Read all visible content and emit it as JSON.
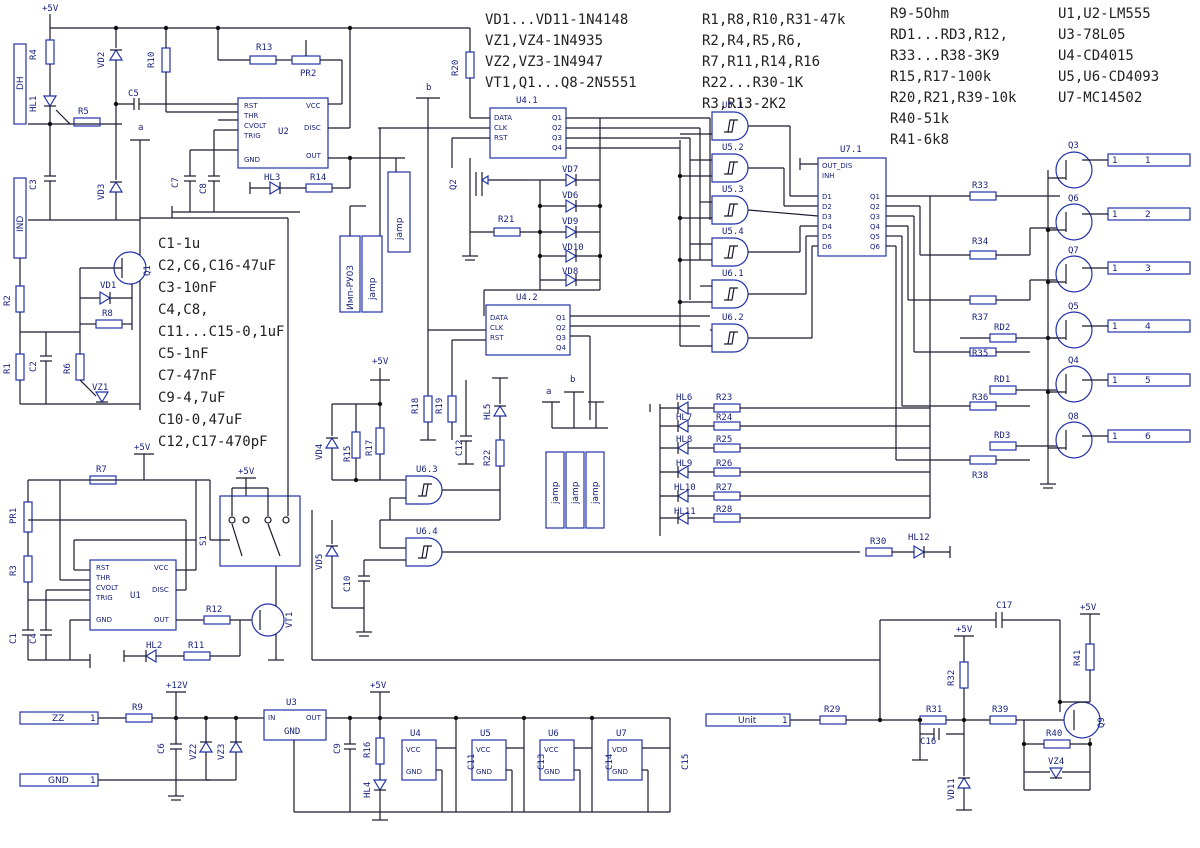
{
  "legend_top": [
    "VD1...VD11-1N4148",
    "VZ1,VZ4-1N4935",
    "VZ2,VZ3-1N4947",
    "VT1,Q1...Q8-2N5551"
  ],
  "legend_r1": [
    "R1,R8,R10,R31-47k",
    "R2,R4,R5,R6,",
    "R7,R11,R14,R16",
    "R22...R30-1K",
    "R3,R13-2K2"
  ],
  "legend_r2": [
    "R9-5Ohm",
    "RD1...RD3,R12,",
    "R33...R38-3K9",
    "R15,R17-100k",
    "R20,R21,R39-10k",
    "R40-51k",
    "R41-6k8"
  ],
  "legend_u": [
    "U1,U2-LM555",
    "U3-78L05",
    "U4-CD4015",
    "U5,U6-CD4093",
    "U7-MC14502"
  ],
  "legend_c": [
    "C1-1u",
    "C2,C6,C16-47uF",
    "C3-10nF",
    "C4,C8,",
    "C11...C15-0,1uF",
    "C5-1nF",
    "C7-47nF",
    "C9-4,7uF",
    "C10-0,47uF",
    "C12,C17-470pF"
  ],
  "chips": {
    "u1": {
      "name": "U1",
      "pins": [
        "RST",
        "THR",
        "CVOLT",
        "TRIG",
        "GND",
        "VCC",
        "DISC",
        "OUT"
      ]
    },
    "u2": {
      "name": "U2",
      "pins": [
        "RST",
        "THR",
        "CVOLT",
        "TRIG",
        "GND",
        "VCC",
        "DISC",
        "OUT"
      ]
    },
    "u41": {
      "name": "U4.1",
      "pins": [
        "DATA",
        "CLK",
        "RST",
        "Q1",
        "Q2",
        "Q3",
        "Q4"
      ]
    },
    "u42": {
      "name": "U4.2",
      "pins": [
        "DATA",
        "CLK",
        "RST",
        "Q1",
        "Q2",
        "Q3",
        "Q4"
      ]
    },
    "u71": {
      "name": "U7.1",
      "pins": [
        "OUT_DIS",
        "INH",
        "D1",
        "D2",
        "D3",
        "D4",
        "D5",
        "D6",
        "Q1",
        "Q2",
        "Q3",
        "Q4",
        "Q5",
        "Q6"
      ]
    },
    "u3": {
      "name": "U3",
      "pins": [
        "IN",
        "OUT",
        "GND"
      ]
    },
    "u4": {
      "name": "U4",
      "pins": [
        "VCC",
        "GND"
      ]
    },
    "u5": {
      "name": "U5",
      "pins": [
        "VCC",
        "GND"
      ]
    },
    "u6": {
      "name": "U6",
      "pins": [
        "VCC",
        "GND"
      ]
    },
    "u7": {
      "name": "U7",
      "pins": [
        "VDD",
        "GND"
      ]
    }
  },
  "gates": [
    "U5.1",
    "U5.2",
    "U5.3",
    "U5.4",
    "U6.1",
    "U6.2",
    "U6.3",
    "U6.4"
  ],
  "connectors": {
    "dh": "DH",
    "ind": "IND",
    "zz": "ZZ",
    "gnd": "GND",
    "unit": "Unit",
    "out": [
      "1",
      "2",
      "3",
      "4",
      "5",
      "6"
    ],
    "jamp": "jamp",
    "imp": "Имп-РУ03"
  },
  "labels": {
    "v5": "+5V",
    "v12": "+12V",
    "a": "a",
    "b": "b",
    "r": [
      "R1",
      "R2",
      "R3",
      "R4",
      "R5",
      "R6",
      "R7",
      "R8",
      "R9",
      "R10",
      "R11",
      "R12",
      "R13",
      "R14",
      "R15",
      "R16",
      "R17",
      "R18",
      "R19",
      "R20",
      "R21",
      "R22",
      "R23",
      "R24",
      "R25",
      "R26",
      "R27",
      "R28",
      "R29",
      "R30",
      "R31",
      "R32",
      "R33",
      "R34",
      "R35",
      "R36",
      "R37",
      "R38",
      "R39",
      "R40",
      "R41"
    ],
    "rd": [
      "RD1",
      "RD2",
      "RD3"
    ],
    "pr": [
      "PR1",
      "PR2"
    ],
    "c": [
      "C1",
      "C2",
      "C3",
      "C4",
      "C5",
      "C6",
      "C7",
      "C8",
      "C9",
      "C10",
      "C11",
      "C12",
      "C13",
      "C14",
      "C15",
      "C16",
      "C17"
    ],
    "vd": [
      "VD1",
      "VD2",
      "VD3",
      "VD4",
      "VD5",
      "VD6",
      "VD7",
      "VD8",
      "VD9",
      "VD10",
      "VD11"
    ],
    "vz": [
      "VZ1",
      "VZ2",
      "VZ3",
      "VZ4"
    ],
    "hl": [
      "HL1",
      "HL2",
      "HL3",
      "HL4",
      "HL5",
      "HL6",
      "HL7",
      "HL8",
      "HL9",
      "HL10",
      "HL11",
      "HL12"
    ],
    "q": [
      "Q1",
      "Q2",
      "Q3",
      "Q4",
      "Q5",
      "Q6",
      "Q7",
      "Q8",
      "Q9",
      "VT1"
    ],
    "s1": "S1"
  }
}
